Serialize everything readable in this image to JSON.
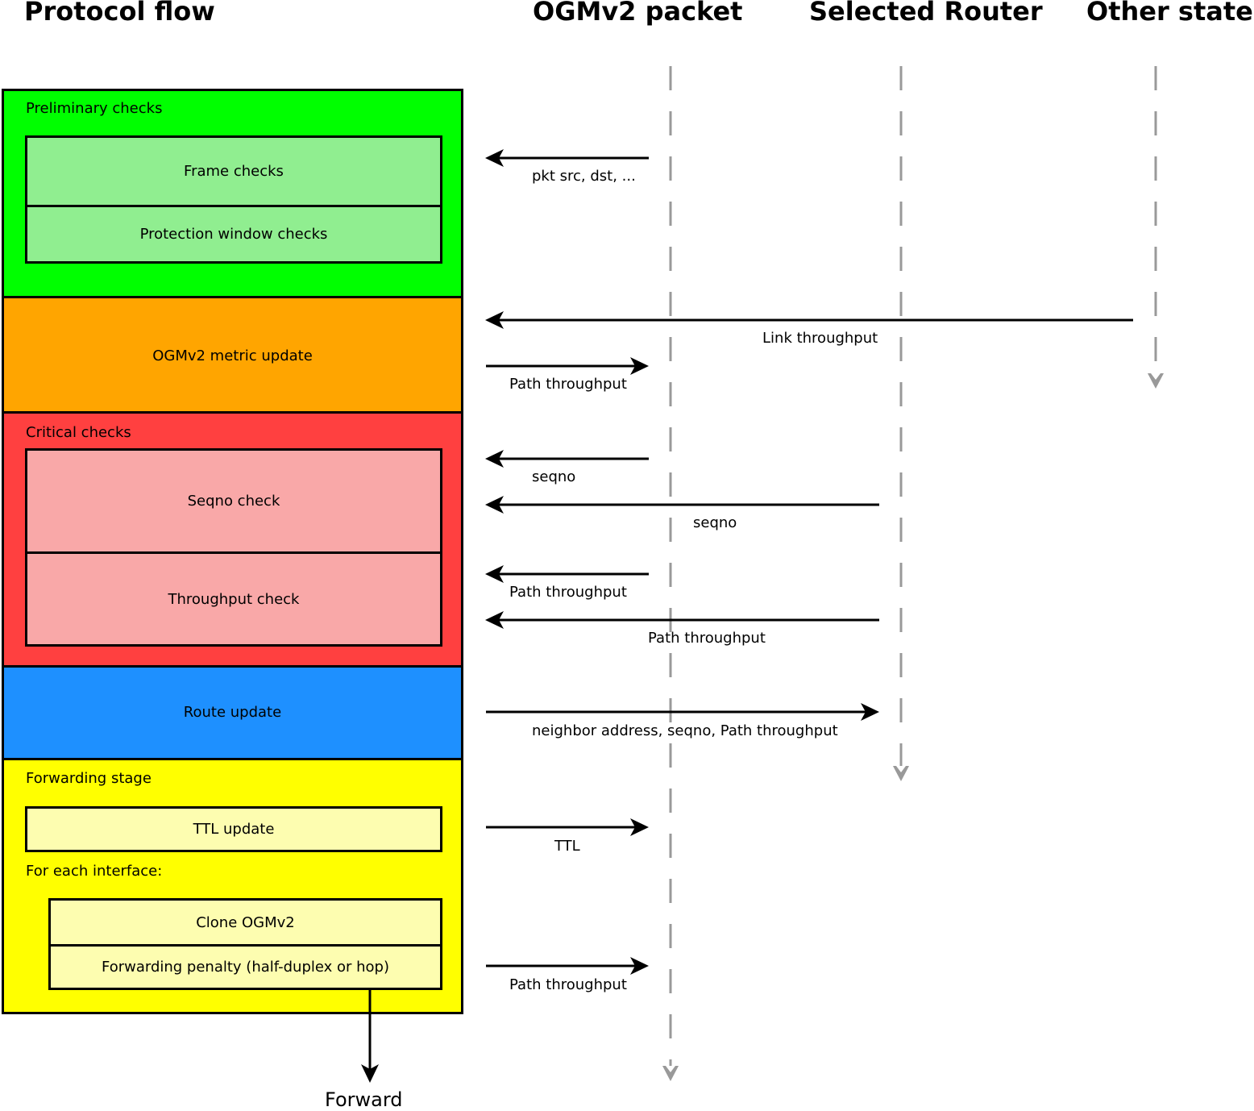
{
  "columns": {
    "protocol_flow": "Protocol flow",
    "ogmv2_packet": "OGMv2 packet",
    "selected_router": "Selected Router",
    "other_state": "Other state"
  },
  "stages": {
    "preliminary": {
      "label": "Preliminary checks",
      "color": "#00ff00",
      "inner_color": "#90ee90",
      "frame_checks": "Frame checks",
      "protection_window_checks": "Protection window checks"
    },
    "metric_update": {
      "label": "OGMv2 metric update",
      "color": "#ffa500"
    },
    "critical": {
      "label": "Critical checks",
      "color": "#ff4040",
      "inner_color": "#f9a8a8",
      "seqno_check": "Seqno check",
      "throughput_check": "Throughput check"
    },
    "route_update": {
      "label": "Route update",
      "color": "#1e90ff"
    },
    "forwarding": {
      "label": "Forwarding stage",
      "color": "#ffff00",
      "inner_color": "#fdfdb0",
      "ttl_update": "TTL update",
      "for_each_interface": "For each interface:",
      "clone_ogmv2": "Clone OGMv2",
      "forwarding_penalty": "Forwarding penalty (half-duplex or hop)"
    }
  },
  "arrows": {
    "pkt_fields": "pkt src, dst, ...",
    "link_throughput": "Link throughput",
    "path_throughput_out": "Path throughput",
    "seqno_packet": "seqno",
    "seqno_router": "seqno",
    "path_throughput_packet": "Path throughput",
    "path_throughput_router": "Path throughput",
    "route_update_fields": "neighbor address, seqno, Path throughput",
    "ttl": "TTL",
    "path_throughput_forward": "Path throughput"
  },
  "forward_label": "Forward"
}
